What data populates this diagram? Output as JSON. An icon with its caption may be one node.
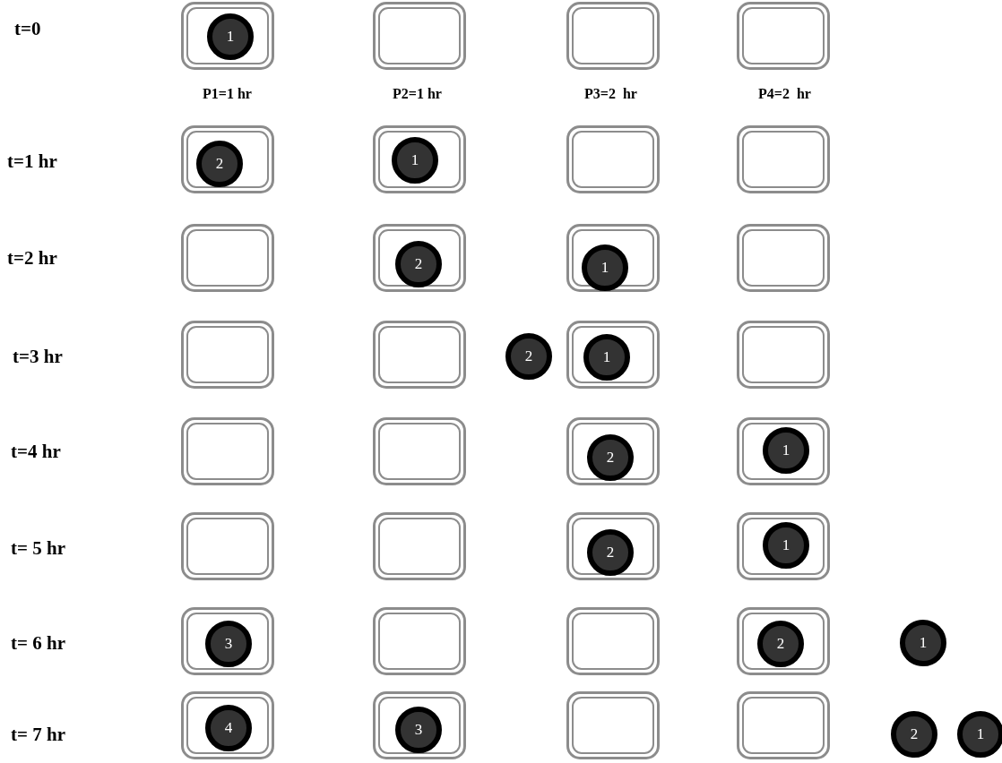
{
  "diagram": {
    "nodes": [
      {
        "text": [],
        "shape": "box"
      },
      {
        "text": [
          "1"
        ],
        "in": 0
      },
      {
        "text": [],
        "shape": "box"
      },
      {
        "text": [],
        "shape": "box"
      },
      {
        "text": [],
        "shape": "box"
      },
      {
        "text": [],
        "shape": "box"
      },
      {
        "text": [
          "2"
        ],
        "in": 5
      },
      {
        "text": [],
        "shape": "box"
      },
      {
        "text": [
          "1"
        ],
        "in": 7
      },
      {
        "text": [],
        "shape": "box"
      },
      {
        "text": [],
        "shape": "box"
      },
      {
        "text": [],
        "shape": "box"
      },
      {
        "text": [],
        "shape": "box"
      },
      {
        "text": [
          "2"
        ],
        "in": 12
      },
      {
        "text": [],
        "shape": "box"
      },
      {
        "text": [
          "1"
        ],
        "in": 14
      },
      {
        "text": [],
        "shape": "box"
      },
      {
        "text": [],
        "shape": "box"
      },
      {
        "text": [],
        "shape": "box"
      },
      {
        "text": [
          "2"
        ]
      },
      {
        "text": [],
        "shape": "box"
      },
      {
        "text": [
          "1"
        ],
        "in": 20
      },
      {
        "text": [],
        "shape": "box"
      },
      {
        "text": [],
        "shape": "box"
      },
      {
        "text": [],
        "shape": "box"
      },
      {
        "text": [],
        "shape": "box"
      },
      {
        "text": [
          "2"
        ],
        "in": 25
      },
      {
        "text": [],
        "shape": "box"
      },
      {
        "text": [
          "1"
        ],
        "in": 27
      },
      {
        "text": [],
        "shape": "box"
      },
      {
        "text": [],
        "shape": "box"
      },
      {
        "text": [],
        "shape": "box"
      },
      {
        "text": [
          "2"
        ],
        "in": 31
      },
      {
        "text": [],
        "shape": "box"
      },
      {
        "text": [
          "1"
        ],
        "in": 33
      },
      {
        "text": [],
        "shape": "box"
      },
      {
        "text": [
          "3"
        ],
        "in": 35
      },
      {
        "text": [],
        "shape": "box"
      },
      {
        "text": [],
        "shape": "box"
      },
      {
        "text": [],
        "shape": "box"
      },
      {
        "text": [
          "2"
        ],
        "in": 39
      },
      {
        "text": [
          "1"
        ]
      },
      {
        "text": [],
        "shape": "box"
      },
      {
        "text": [
          "4"
        ],
        "in": 42
      },
      {
        "text": [],
        "shape": "box"
      },
      {
        "text": [
          "3"
        ],
        "in": 44
      },
      {
        "text": [],
        "shape": "box"
      },
      {
        "text": [],
        "shape": "box"
      },
      {
        "text": [
          "2"
        ]
      },
      {
        "text": [
          "1"
        ]
      }
    ],
    "labels": [
      "t=0",
      "P1=1 hr",
      "P2=1 hr",
      "P3=2  hr",
      "P4=2  hr",
      "t=1 hr",
      "t=2 hr",
      "t=3 hr",
      "t=4 hr",
      "t= 5 hr",
      "t= 6 hr",
      "t= 7 hr"
    ]
  }
}
